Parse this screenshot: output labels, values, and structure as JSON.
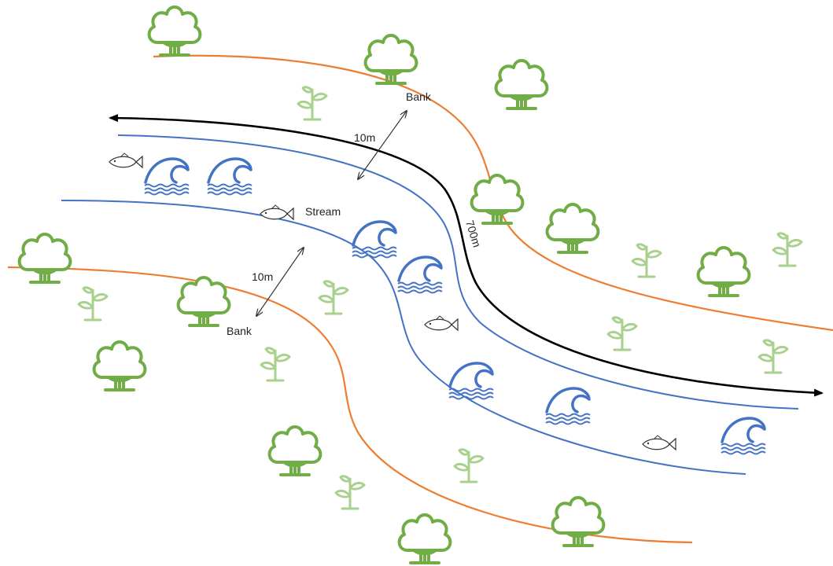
{
  "labels": {
    "bank_top": "Bank",
    "bank_bottom": "Bank",
    "stream": "Stream",
    "width_top": "10m",
    "width_bottom": "10m",
    "length": "700m"
  },
  "icons": {
    "tree": "tree-icon",
    "sprout": "sprout-icon",
    "wave": "wave-icon",
    "fish": "fish-icon"
  },
  "colors": {
    "bank": "#ED7D31",
    "stream": "#4472C4",
    "tree": "#70AD47",
    "sprout": "#A9D18E",
    "arrow": "#000000",
    "text": "#222222"
  }
}
